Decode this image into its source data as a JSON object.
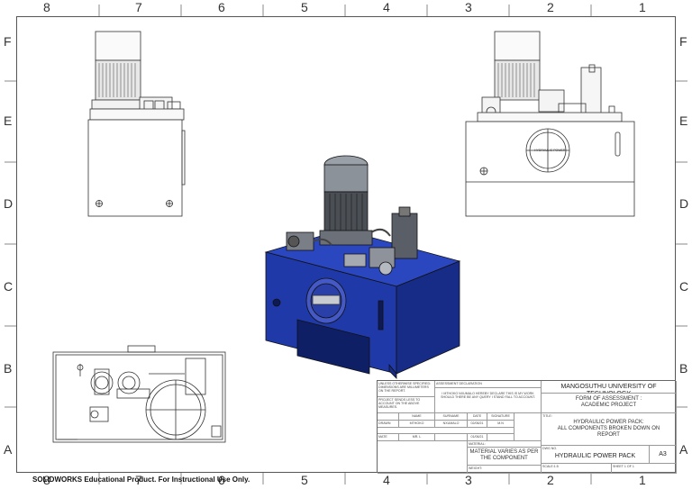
{
  "zones": {
    "cols": [
      "8",
      "7",
      "6",
      "5",
      "4",
      "3",
      "2",
      "1"
    ],
    "rows": [
      "F",
      "E",
      "D",
      "C",
      "B",
      "A"
    ]
  },
  "colors": {
    "body_blue": "#1f3aa8",
    "frame": "#555555",
    "steel": "#9aa0a8"
  },
  "title_block": {
    "tolerance_note": "UNLESS OTHERWISE SPECIFIED: DIMENSIONS ARE MILLIMETERS ON THE REPORT.",
    "project_note": "PROJECT SENDS LESS TO ACCOUNT ON THE ABOVE MEASURES.",
    "assessment_header": "ASSESSMENT DECLARATION",
    "declaration": "I MTHOKO NXUMALO HEREBY DECLARE THIS IS MY WORK SHOULD THERE BE ANY QUERY I STAND FALL TO ACCOUNT.",
    "col_name": "NAME",
    "col_surname": "SURNAME",
    "col_date": "DATE",
    "col_signature": "SIGNATURE",
    "row_drawn": "DRAWN",
    "drawn_name": "MTHOKO",
    "drawn_surname": "NXUMALO",
    "drawn_date": "02/06/21",
    "drawn_sig": "M.N",
    "row_mate": "MATE",
    "mate_name": "MR. L",
    "mate_date": "01/06/21",
    "material_label": "MATERIAL:",
    "material_value": "MATERIAL VARIES AS PER THE COMPONENT",
    "weight_label": "WEIGHT:",
    "university": "MANGOSUTHU UNIVERSITY OF TECHNOLOGY",
    "form_line1": "FORM OF ASSESSMENT :",
    "form_line2": "ACADEMIC PROJECT",
    "title_label": "TITLE:",
    "title_line1": "HYDRAULIC POWER PACK:",
    "title_line2": "ALL COMPONENTS BROKEN DOWN ON REPORT",
    "dwg_label": "DWG NO.",
    "dwg_value": "HYDRAULIC POWER PACK",
    "size": "A3",
    "scale": "SCALE:1:5",
    "sheet": "SHEET 1 OF 1",
    "plate_text": "HYDRAULIC POWER"
  },
  "footer": "SOLIDWORKS Educational Product. For Instructional Use Only."
}
